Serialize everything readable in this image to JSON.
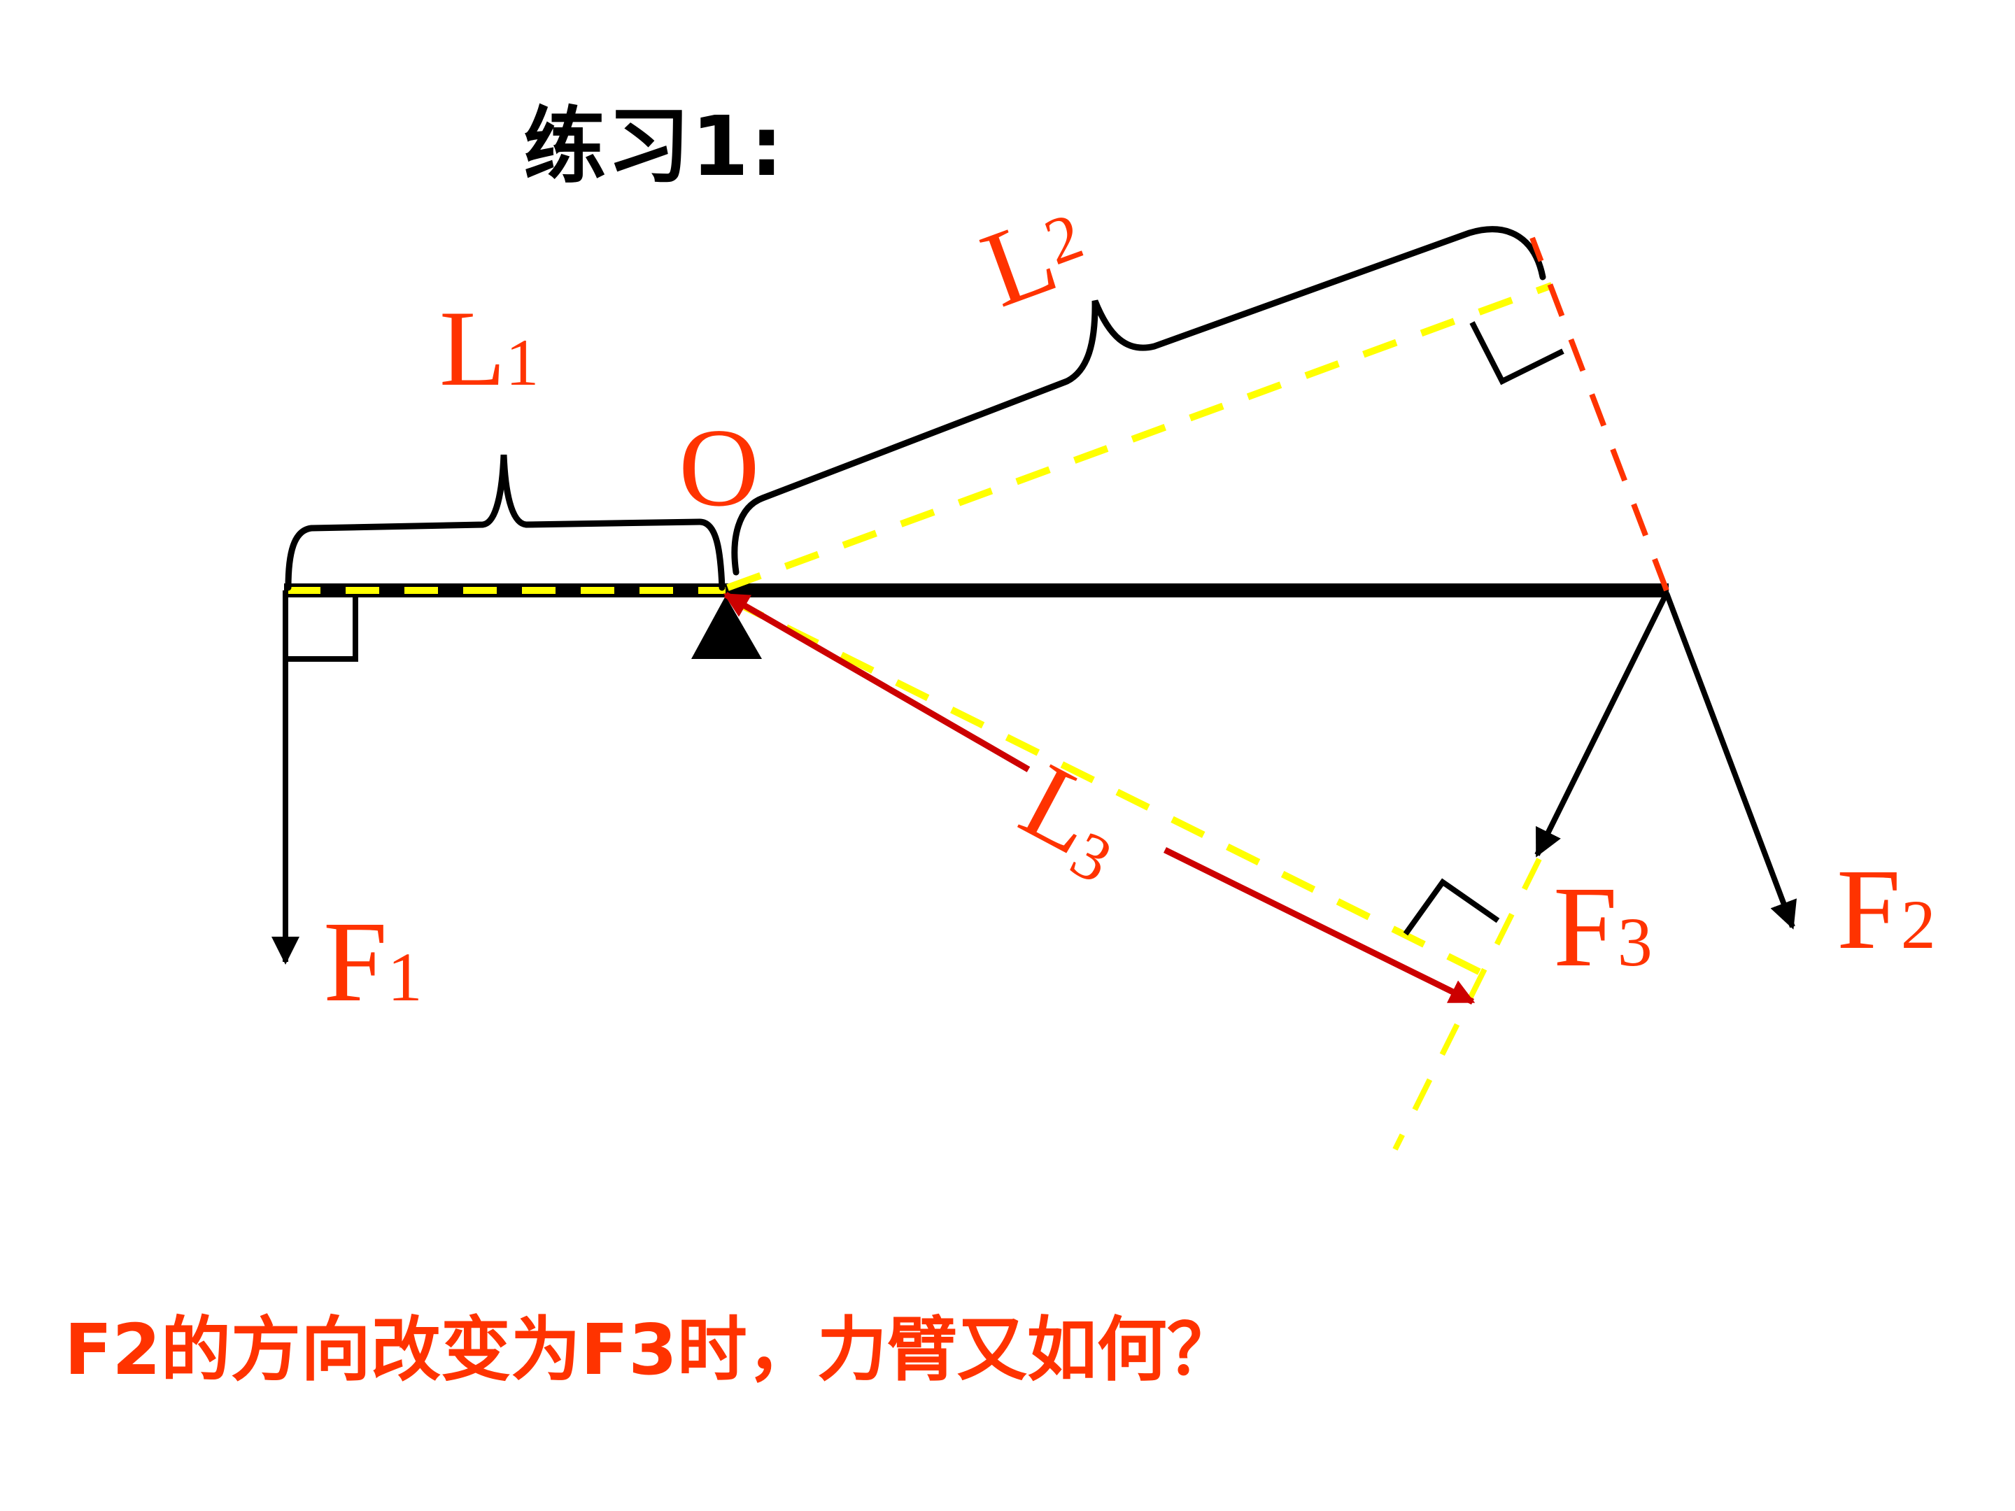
{
  "title": "练习1:",
  "question": "F2的方向改变为F3时，力臂又如何？",
  "labels": {
    "fulcrum": "O",
    "L1": {
      "main": "L",
      "sub": "1"
    },
    "L2": {
      "main": "L",
      "sub": "2"
    },
    "L3": {
      "main": "L",
      "sub": "3"
    },
    "F1": {
      "main": "F",
      "sub": "1"
    },
    "F2": {
      "main": "F",
      "sub": "2"
    },
    "F3": {
      "main": "F",
      "sub": "3"
    }
  },
  "colors": {
    "label": "#FF3300",
    "beam": "#000000",
    "arm_dash": "#FFFF00",
    "line_of_action_dash": "#FF3300",
    "L3_arrow": "#CC0000"
  }
}
